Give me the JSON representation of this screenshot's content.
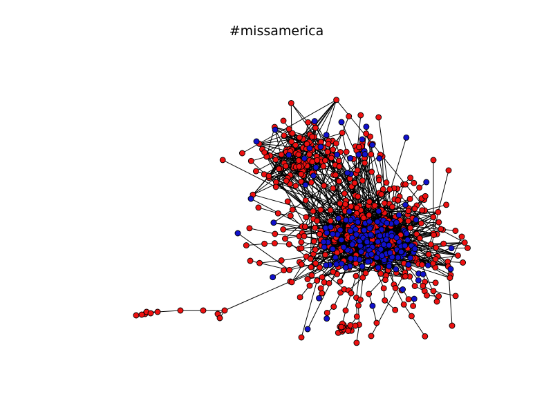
{
  "figure": {
    "title": "#missamerica"
  },
  "graph": {
    "style": {
      "edge_color": "#000000",
      "node_outline": "#000000",
      "background": "#ffffff"
    },
    "node_groups": [
      {
        "color": "#ee1111",
        "approx_share": 0.72
      },
      {
        "color": "#1111cc",
        "approx_share": 0.28
      }
    ]
  }
}
